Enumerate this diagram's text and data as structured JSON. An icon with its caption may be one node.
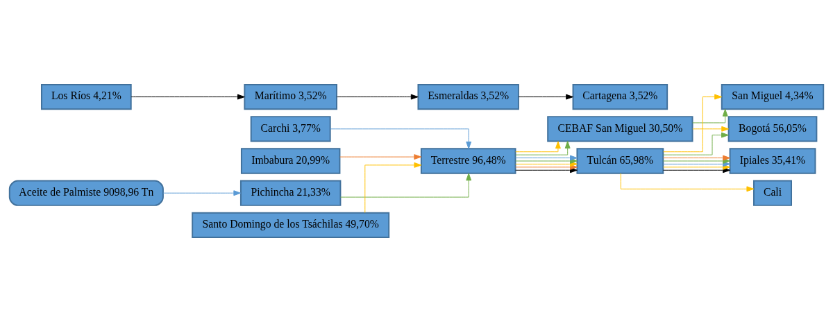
{
  "diagram": {
    "nodes": [
      {
        "text": [
          "Aceite de Palmiste 9098,96 Tn"
        ]
      },
      {
        "text": [
          "Carchi 3,77%"
        ]
      },
      {
        "text": [
          "Imbabura 20,99%"
        ]
      },
      {
        "text": [
          "Pichincha 21,33%"
        ]
      },
      {
        "text": [
          "Los Ríos 4,21%"
        ]
      },
      {
        "text": [
          "Santo Domingo de los Tsáchilas 49,70%"
        ]
      },
      {
        "text": [
          "Terrestre 96,48%"
        ]
      },
      {
        "text": [
          "Marítimo 3,52%"
        ]
      },
      {
        "text": [
          "CEBAF San Miguel 30,50%"
        ]
      },
      {
        "text": [
          "Tulcán 65,98%"
        ]
      },
      {
        "text": [
          "Esmeraldas 3,52%"
        ]
      },
      {
        "text": [
          "San Miguel 4,34%"
        ]
      },
      {
        "text": [
          "Ipiales 35,41%"
        ]
      },
      {
        "text": [
          "Cali"
        ]
      },
      {
        "text": [
          "Bogotá 56,05%"
        ]
      },
      {
        "text": [
          "Cartagena 3,52%"
        ]
      }
    ],
    "edges": [
      {
        "from": 0,
        "to": 3,
        "arrow": "to",
        "color": "#5b9bd5"
      },
      {
        "from": 1,
        "to": 6,
        "arrow": "to",
        "color": "#5b9bd5"
      },
      {
        "from": 2,
        "to": 6,
        "arrow": "to",
        "color": "#ed7d31"
      },
      {
        "from": 3,
        "to": 6,
        "arrow": "to",
        "color": "#70ad47"
      },
      {
        "from": 5,
        "to": 6,
        "arrow": "to"
      },
      {
        "from": 4,
        "to": 7,
        "arrow": "to",
        "color": "#000000"
      },
      {
        "from": 6,
        "to": 8,
        "arrow": "to"
      },
      {
        "from": 6,
        "to": 8,
        "arrow": "to",
        "color": "#70ad47"
      },
      {
        "from": 6,
        "to": 9,
        "arrow": "to",
        "color": "#000000"
      },
      {
        "from": 6,
        "to": 9,
        "arrow": "to",
        "color": "#ed7d31"
      },
      {
        "from": 6,
        "to": 9,
        "arrow": "to"
      },
      {
        "from": 6,
        "to": 9,
        "arrow": "to",
        "color": "#70ad47"
      },
      {
        "from": 6,
        "to": 9,
        "arrow": "to",
        "color": "#5b9bd5"
      },
      {
        "from": 7,
        "to": 10,
        "arrow": "to",
        "color": "#000000"
      },
      {
        "from": 8,
        "to": 11,
        "arrow": "to",
        "color": "#70ad47"
      },
      {
        "from": 8,
        "to": 14,
        "arrow": "to"
      },
      {
        "from": 9,
        "to": 11,
        "arrow": "to"
      },
      {
        "from": 9,
        "to": 12,
        "arrow": "to",
        "color": "#000000"
      },
      {
        "from": 9,
        "to": 12,
        "arrow": "to"
      },
      {
        "from": 9,
        "to": 12,
        "arrow": "to",
        "color": "#5b9bd5"
      },
      {
        "from": 9,
        "to": 12,
        "arrow": "to",
        "color": "#70ad47"
      },
      {
        "from": 9,
        "to": 12,
        "arrow": "to",
        "color": "#ed7d31"
      },
      {
        "from": 9,
        "to": 13,
        "arrow": "to"
      },
      {
        "from": 9,
        "to": 14,
        "arrow": "to",
        "color": "#70ad47"
      },
      {
        "from": 10,
        "to": 15,
        "arrow": "to",
        "color": "#000000"
      }
    ]
  }
}
